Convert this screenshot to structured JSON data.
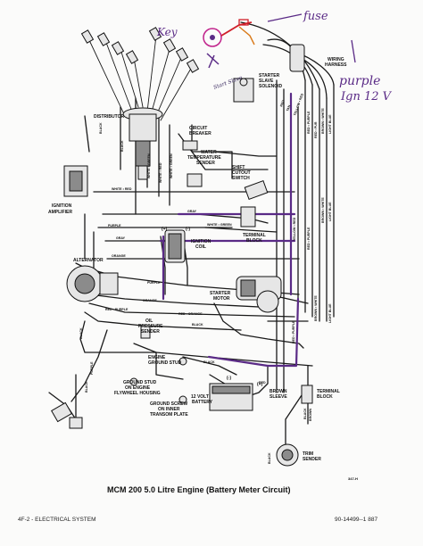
{
  "title": "MCM 200 5.0 Litre Engine (Battery Meter Circuit)",
  "footer": {
    "left": "4F-2 - ELECTRICAL SYSTEM",
    "right": "90-14499--1 887",
    "figure_code": "347-H"
  },
  "handwritten": {
    "key": "Key",
    "fuse": "fuse",
    "purple_line1": "purple",
    "purple_line2": "Ign 12 V",
    "small_note": "Start Slave"
  },
  "components": {
    "distributor": "DISTRIBUTOR",
    "circuit_breaker_1": "CIRCUIT",
    "circuit_breaker_2": "BREAKER",
    "water_temp_1": "WATER",
    "water_temp_2": "TEMPERATURE",
    "water_temp_3": "SENDER",
    "starter_slave_1": "STARTER",
    "starter_slave_2": "SLAVE",
    "starter_slave_3": "SOLENOID",
    "wiring_harness_1": "WIRING",
    "wiring_harness_2": "HARNESS",
    "shift_cutout_1": "SHIFT",
    "shift_cutout_2": "CUTOUT",
    "shift_cutout_3": "SWITCH",
    "terminal_block_1": "TERMINAL",
    "terminal_block_2": "BLOCK",
    "ignition_amp_1": "IGNITION",
    "ignition_amp_2": "AMPLIFIER",
    "ignition_coil_1": "IGNITION",
    "ignition_coil_2": "COIL",
    "coil_plus": "(+)",
    "coil_minus": "(-)",
    "alternator": "ALTERNATOR",
    "starter_motor_1": "STARTER",
    "starter_motor_2": "MOTOR",
    "oil_pressure_1": "OIL",
    "oil_pressure_2": "PRESSURE",
    "oil_pressure_3": "SENDER",
    "engine_ground_1": "ENGINE",
    "engine_ground_2": "GROUND STUD",
    "ground_stud_1": "GROUND STUD",
    "ground_stud_2": "ON ENGINE",
    "ground_stud_3": "FLYWHEEL HOUSING",
    "ground_screw_1": "GROUND SCREW",
    "ground_screw_2": "ON INNER",
    "ground_screw_3": "TRANSOM PLATE",
    "battery_1": "12 VOLT",
    "battery_2": "BATTERY",
    "battery_minus": "(-)",
    "battery_plus": "(+)",
    "brown_sleeve_1": "BROWN",
    "brown_sleeve_2": "SLEEVE",
    "terminal_block_b_1": "TERMINAL",
    "terminal_block_b_2": "BLOCK",
    "trim_sender_1": "TRIM",
    "trim_sender_2": "SENDER"
  },
  "wire_labels": {
    "black": "BLACK",
    "white_green": "WHITE • GREEN",
    "white_red": "WHITE • RED",
    "red": "RED",
    "orange": "ORANGE",
    "purple": "PURPLE",
    "gray": "GRAY",
    "tan": "TAN",
    "yellow_red": "YELLOW • RED",
    "red_purple": "RED • PURPLE",
    "brown_white": "BROWN • WHITE",
    "light_blue": "LIGHT BLUE",
    "brown": "BROWN",
    "red_pur": "RED • PUR",
    "yellow_red_short": "YELLOW • RED",
    "red_orange": "RED • ORANGE"
  },
  "colors": {
    "ink": "#1a1a1a",
    "purple_marker": "#5a2a86",
    "red_marker": "#d0202a",
    "magenta_marker": "#c0208a",
    "orange_marker": "#d97a1a"
  }
}
